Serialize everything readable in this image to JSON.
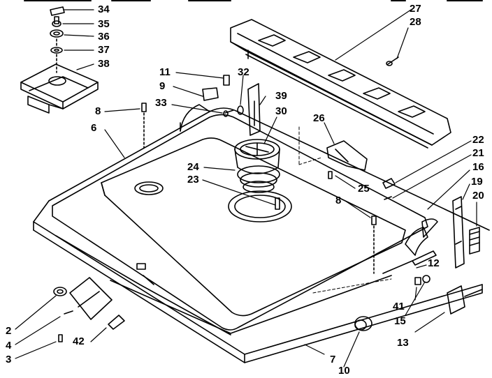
{
  "diagram": {
    "callouts": [
      {
        "id": "c1",
        "text": "34"
      },
      {
        "id": "c2",
        "text": "35"
      },
      {
        "id": "c3",
        "text": "36"
      },
      {
        "id": "c4",
        "text": "37"
      },
      {
        "id": "c5",
        "text": "38"
      },
      {
        "id": "c6",
        "text": "27"
      },
      {
        "id": "c7",
        "text": "28"
      },
      {
        "id": "c8",
        "text": "11"
      },
      {
        "id": "c9",
        "text": "9"
      },
      {
        "id": "c10",
        "text": "32"
      },
      {
        "id": "c11",
        "text": "39"
      },
      {
        "id": "c12",
        "text": "33"
      },
      {
        "id": "c13",
        "text": "30"
      },
      {
        "id": "c14",
        "text": "8"
      },
      {
        "id": "c15",
        "text": "6"
      },
      {
        "id": "c16",
        "text": "26"
      },
      {
        "id": "c17",
        "text": "22"
      },
      {
        "id": "c18",
        "text": "21"
      },
      {
        "id": "c19",
        "text": "16"
      },
      {
        "id": "c20",
        "text": "19"
      },
      {
        "id": "c21",
        "text": "20"
      },
      {
        "id": "c22",
        "text": "24"
      },
      {
        "id": "c23",
        "text": "23"
      },
      {
        "id": "c24",
        "text": "25"
      },
      {
        "id": "c25",
        "text": "8"
      },
      {
        "id": "c26",
        "text": "12"
      },
      {
        "id": "c27",
        "text": "41"
      },
      {
        "id": "c28",
        "text": "15"
      },
      {
        "id": "c29",
        "text": "13"
      },
      {
        "id": "c30",
        "text": "2"
      },
      {
        "id": "c31",
        "text": "4"
      },
      {
        "id": "c32",
        "text": "3"
      },
      {
        "id": "c33",
        "text": "42"
      },
      {
        "id": "c34",
        "text": "7"
      },
      {
        "id": "c35",
        "text": "10"
      }
    ]
  }
}
